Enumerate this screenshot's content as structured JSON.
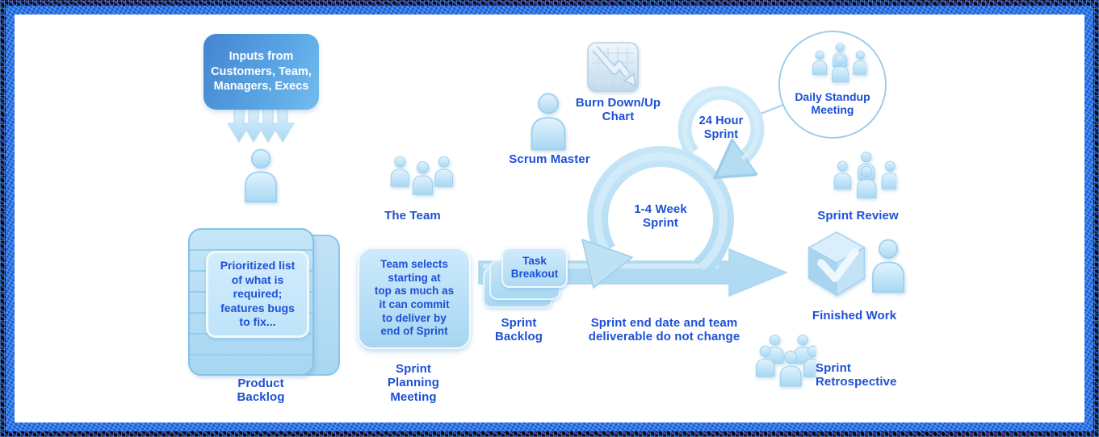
{
  "diagram": {
    "inputs_box": "Inputs from\nCustomers, Team,\nManagers, Execs",
    "product_backlog_note": "Prioritized list\nof what is\nrequired;\nfeatures bugs\nto fix...",
    "product_backlog_label": "Product\nBacklog",
    "team_label": "The Team",
    "sprint_planning_note": "Team selects\nstarting at\ntop as much as\nit can commit\nto deliver by\nend of Sprint",
    "sprint_planning_label": "Sprint\nPlanning\nMeeting",
    "scrum_master_label": "Scrum Master",
    "burn_chart_label": "Burn Down/Up\nChart",
    "sprint_24h_label": "24 Hour\nSprint",
    "daily_standup_label": "Daily Standup\nMeeting",
    "week_sprint_label": "1-4 Week\nSprint",
    "task_breakout_label": "Task\nBreakout",
    "sprint_backlog_label": "Sprint\nBacklog",
    "sprint_end_note": "Sprint end date and team\ndeliverable do not change",
    "sprint_review_label": "Sprint Review",
    "finished_work_label": "Finished Work",
    "sprint_retro_label": "Sprint\nRetrospective"
  },
  "colors": {
    "label_blue": "#1d50d6",
    "inputs_box_gradient_start": "#4385cf",
    "inputs_box_gradient_end": "#74bdf0",
    "icon_fill_light": "#e3f3fd",
    "icon_fill_dark": "#a8d8f3",
    "arrow_fill": "#bfe1f4",
    "frame_border_blue": "#2c7cf2",
    "frame_border_noise": "#06070e",
    "circle_border": "#9fcdea"
  },
  "icons": {
    "inputs_person": "single-person",
    "team": "three-person-group",
    "scrum_master": "single-person",
    "daily_standup": "four-person-group",
    "sprint_review": "four-person-group",
    "sprint_retrospective": "five-person-group",
    "burn_chart": "declining-graph-grid-arrow",
    "finished_work": "cube-with-checkmark",
    "finished_work_person": "single-person",
    "sprint_loop": "circular-loop-arrow",
    "daily_loop": "circular-loop-arrow",
    "inputs_arrows": "four-down-arrows",
    "flow": "right-flow-arrow"
  }
}
